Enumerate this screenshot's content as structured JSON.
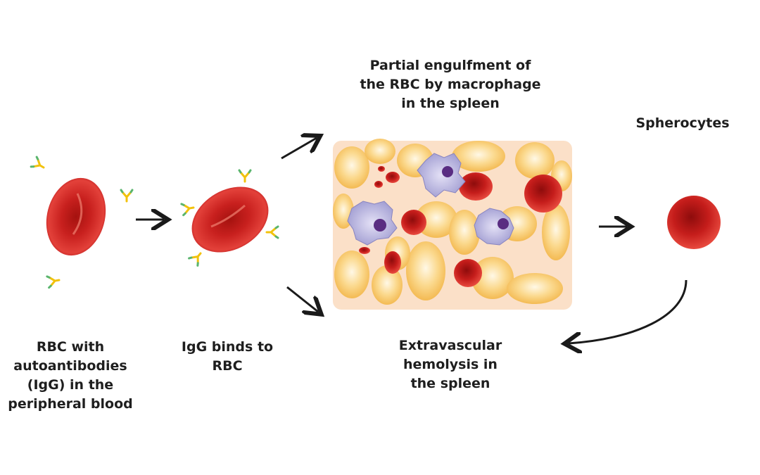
{
  "labels": {
    "rbc_autoantibodies": "RBC with\nautoantibodies\n(IgG) in the\nperipheral blood",
    "igg_binds": "IgG binds to\nRBC",
    "extravascular": "Extravascular\nhemolysis in\nthe spleen",
    "partial_engulfment": "Partial engulfment of\nthe RBC by macrophage\nin the spleen",
    "spherocytes": "Spherocytes"
  },
  "colors": {
    "rbc_red": "#c8201e",
    "rbc_light": "#e8453c",
    "antibody_yellow": "#f2c20c",
    "antibody_green": "#5ab56e",
    "spleen_bg": "#fbe0c8",
    "spleen_cell": "#f7c46a",
    "macrophage": "#b7b4dc",
    "nucleus": "#5a2d82",
    "arrow": "#1a1a1a"
  },
  "icons": [
    "rbc-icon",
    "antibody-icon",
    "macrophage-icon",
    "spherocyte-icon",
    "arrow-icon"
  ]
}
